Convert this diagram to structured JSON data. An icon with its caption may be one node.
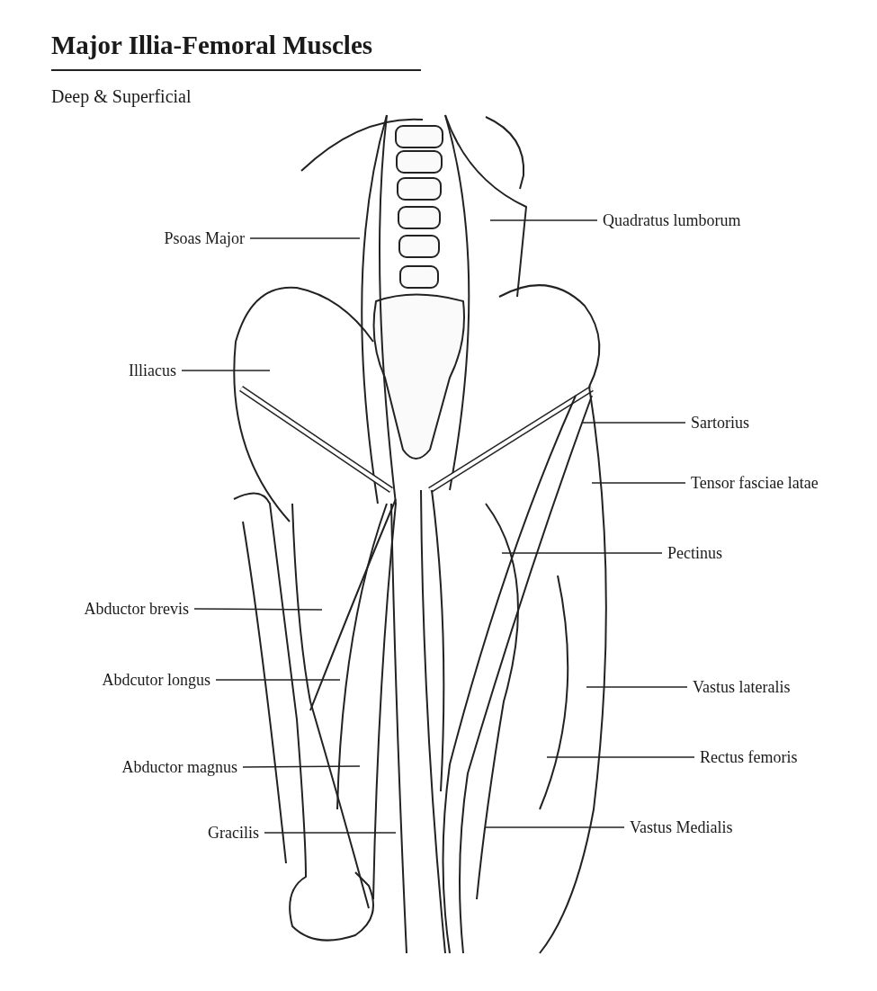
{
  "diagram": {
    "title": "Major Illia-Femoral Muscles",
    "nodes": [
      {
        "text": [
          "Psoas Major"
        ]
      },
      {
        "text": [
          "Quadratus lumborum"
        ]
      },
      {
        "text": [
          "Illiacus"
        ]
      },
      {
        "text": [
          "Sartorius"
        ]
      },
      {
        "text": [
          "Tensor fasciae latae"
        ]
      },
      {
        "text": [
          "Pectinus"
        ]
      },
      {
        "text": [
          "Abductor brevis"
        ]
      },
      {
        "text": [
          "Abdcutor longus"
        ]
      },
      {
        "text": [
          "Vastus lateralis"
        ]
      },
      {
        "text": [
          "Rectus femoris"
        ]
      },
      {
        "text": [
          "Abductor magnus"
        ]
      },
      {
        "text": [
          "Gracilis"
        ]
      },
      {
        "text": [
          "Vastus Medialis"
        ]
      }
    ],
    "edges": [
      {
        "from": 0,
        "to": null,
        "arrow": "none"
      },
      {
        "from": 1,
        "to": null,
        "arrow": "none"
      },
      {
        "from": 2,
        "to": null,
        "arrow": "none"
      },
      {
        "from": 3,
        "to": null,
        "arrow": "none"
      },
      {
        "from": 4,
        "to": null,
        "arrow": "none"
      },
      {
        "from": 5,
        "to": null,
        "arrow": "none"
      },
      {
        "from": 6,
        "to": null,
        "arrow": "none"
      },
      {
        "from": 7,
        "to": null,
        "arrow": "none"
      },
      {
        "from": 8,
        "to": null,
        "arrow": "none"
      },
      {
        "from": 9,
        "to": null,
        "arrow": "none"
      },
      {
        "from": 10,
        "to": null,
        "arrow": "none"
      },
      {
        "from": 11,
        "to": null,
        "arrow": "none"
      },
      {
        "from": 12,
        "to": null,
        "arrow": "none"
      }
    ],
    "labels": [
      "Deep & Superficial"
    ]
  }
}
